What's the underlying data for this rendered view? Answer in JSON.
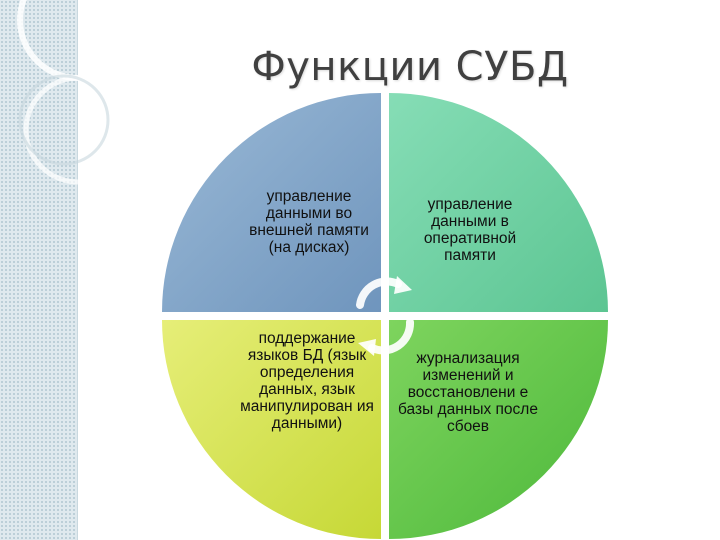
{
  "slide": {
    "title": "Функции СУБД"
  },
  "quadrants": [
    {
      "label": "управление данными во внешней памяти (на дисках)",
      "color": "#7fa6c8"
    },
    {
      "label": "управление данными в оперативной памяти",
      "color": "#72d4a8"
    },
    {
      "label": "поддержание языков БД (язык определения данных, язык манипулирован ия данными)",
      "color": "#d4e050"
    },
    {
      "label": "журнализация изменений и восстановлени е базы данных после сбоев",
      "color": "#62c94e"
    }
  ],
  "arrows_icon": "circular-arrows-icon"
}
